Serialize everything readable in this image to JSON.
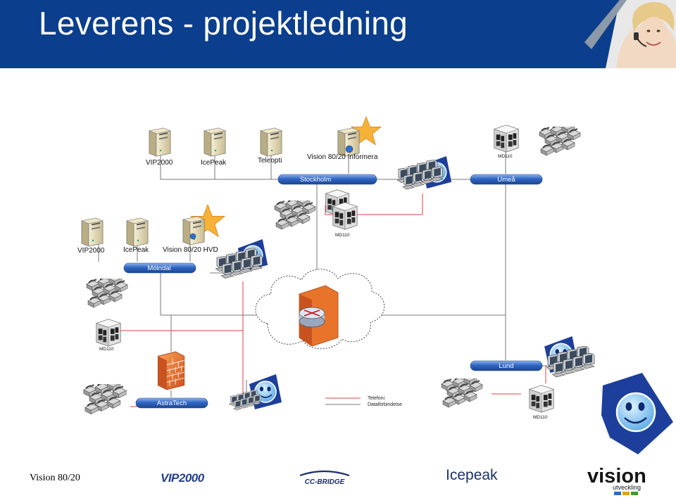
{
  "slide": {
    "title": "Leverens - projektledning",
    "footer_text": "Vision 80/20"
  },
  "sites": {
    "stockholm": {
      "bus_label": "Stockholm",
      "servers": [
        "VIP2000",
        "IcePeak",
        "Teleopti",
        "Vision 80/20 Informera"
      ],
      "pbx_label": "MD110"
    },
    "umea": {
      "bus_label": "Umeå",
      "pbx_label": "MD110"
    },
    "molndal": {
      "bus_label": "Mölndal",
      "servers": [
        "VIP2000",
        "IcePeak",
        "Vision 80/20 HVD"
      ],
      "pbx_label": "MD110"
    },
    "astratech": {
      "bus_label": "AstraTech"
    },
    "lund": {
      "bus_label": "Lund",
      "pbx_label": "MD110"
    }
  },
  "legend": {
    "items": [
      {
        "label": "Telefoni",
        "color": "#e04040"
      },
      {
        "label": "Dataförbindelse",
        "color": "#777777"
      }
    ]
  },
  "logos": {
    "vip": "VIP2000",
    "ccbridge": "CC-BRIDGE",
    "icepeak": "Icepeak",
    "vision_main": "vision",
    "vision_sub": "utveckling"
  },
  "colors": {
    "header": "#0b3e8c",
    "bus": "#2f66c4",
    "telefoni": "#e04040",
    "data": "#777777"
  }
}
